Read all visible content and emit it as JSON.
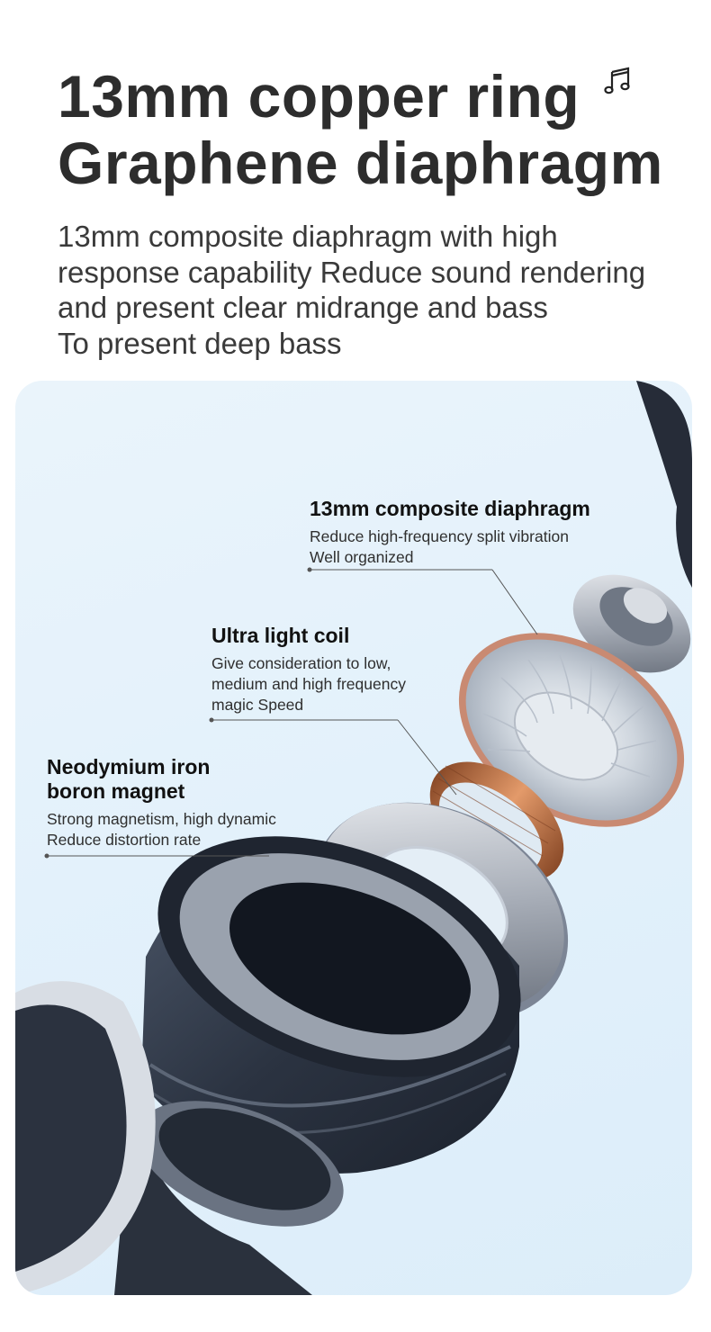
{
  "headline": {
    "line1": "13mm copper ring",
    "line2": "Graphene diaphragm",
    "icon": "music-note-icon"
  },
  "description": {
    "lines": [
      "13mm composite diaphragm with high",
      "response capability Reduce sound rendering",
      "and present clear midrange and bass",
      "To present deep bass"
    ]
  },
  "callouts": [
    {
      "title": "13mm composite diaphragm",
      "lines": [
        "Reduce high-frequency split vibration",
        "Well organized"
      ]
    },
    {
      "title": "Ultra light coil",
      "lines": [
        "Give consideration to low,",
        "medium and high frequency",
        "magic Speed"
      ]
    },
    {
      "title_lines": [
        "Neodymium iron",
        "boron magnet"
      ],
      "lines": [
        "Strong magnetism, high dynamic",
        "Reduce distortion rate"
      ]
    }
  ],
  "colors": {
    "panel_bg": "#e3f1fb",
    "component_dark": "#2c3442",
    "copper": "#c67a4e",
    "diaphragm_ring": "#d99a7f"
  }
}
